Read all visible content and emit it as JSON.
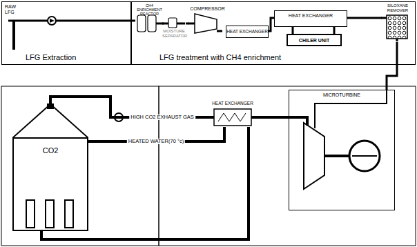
{
  "diagram": {
    "nodes": [
      {
        "text": [
          "LFG Extraction"
        ]
      },
      {
        "text": [
          "LFG treatment with CH4 enrichment"
        ]
      },
      {
        "text": [
          "CH4 ENRICHMENT REACTOR"
        ],
        "in": 1
      },
      {
        "text": [
          "MOISTURE SEPARATOR"
        ],
        "in": 1
      },
      {
        "text": [
          "COMPRESSOR"
        ],
        "in": 1
      },
      {
        "text": [
          "HEAT EXCHANGER"
        ],
        "in": 1
      },
      {
        "text": [
          "HEAT EXCHANGER"
        ],
        "in": 1
      },
      {
        "text": [
          "CHILER UNIT"
        ],
        "in": 1
      },
      {
        "text": [
          "SILOXANE REMOVER"
        ],
        "in": 1
      },
      {
        "text": [
          "MICROTURBINE"
        ]
      },
      {
        "text": [
          "HEAT EXCHANGER"
        ]
      },
      {
        "text": [
          "CO2"
        ]
      }
    ],
    "edges": [
      {
        "from": 0,
        "to": 2,
        "arrow": "none"
      },
      {
        "from": 2,
        "to": 3,
        "arrow": "none"
      },
      {
        "from": 3,
        "to": 4,
        "arrow": "none"
      },
      {
        "from": 4,
        "to": 5,
        "arrow": "none"
      },
      {
        "from": 5,
        "to": 6,
        "arrow": "none"
      },
      {
        "from": 6,
        "to": 8,
        "arrow": "none"
      },
      {
        "from": 8,
        "to": 9,
        "arrow": "none"
      },
      {
        "from": 9,
        "to": 10,
        "arrow": "none"
      },
      {
        "from": 10,
        "to": 11,
        "label": "HIGH CO2 EXHAUST GAS",
        "arrow": "none"
      },
      {
        "from": 10,
        "to": 11,
        "label": "HEATED WATER(70 °c)",
        "arrow": "none"
      },
      {
        "from": 11,
        "to": 10,
        "arrow": "none"
      },
      {
        "from": 6,
        "to": 7,
        "arrow": "none"
      },
      {
        "from": 7,
        "to": 6,
        "arrow": "none"
      }
    ],
    "labels": [
      "RAW LFG"
    ]
  }
}
